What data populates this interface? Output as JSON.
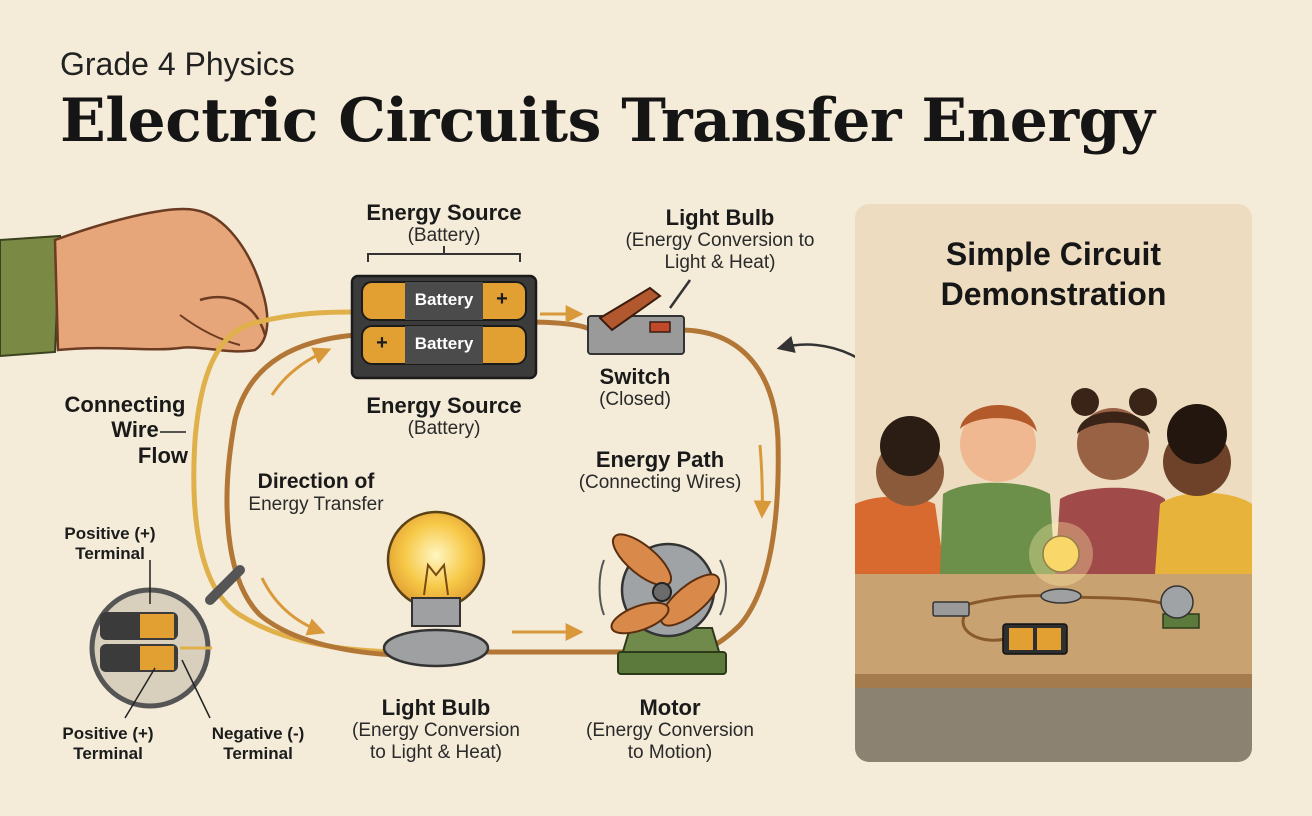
{
  "header": {
    "subtitle": "Grade 4 Physics",
    "title": "Electric Circuits Transfer Energy"
  },
  "labels": {
    "energy_source_top": {
      "heading": "Energy Source",
      "sub": "(Battery)"
    },
    "energy_source_bottom": {
      "heading": "Energy Source",
      "sub": "(Battery)"
    },
    "light_bulb_top": {
      "heading": "Light Bulb",
      "sub1": "(Energy Conversion to",
      "sub2": "Light & Heat)"
    },
    "switch": {
      "heading": "Switch",
      "sub": "(Closed)"
    },
    "energy_path": {
      "heading": "Energy Path",
      "sub": "(Connecting Wires)"
    },
    "connecting_wire": {
      "line1": "Connecting",
      "line2": "Wire",
      "line3": "Flow"
    },
    "direction": {
      "line1": "Direction of",
      "line2": "Energy Transfer"
    },
    "light_bulb_bottom": {
      "heading": "Light Bulb",
      "sub1": "(Energy Conversion",
      "sub2": "to Light & Heat)"
    },
    "motor": {
      "heading": "Motor",
      "sub1": "(Energy Conversion",
      "sub2": "to Motion)"
    },
    "positive_top": {
      "line1": "Positive (+)",
      "line2": "Terminal"
    },
    "positive_bottom": {
      "line1": "Positive (+)",
      "line2": "Terminal"
    },
    "negative": {
      "line1": "Negative (-)",
      "line2": "Terminal"
    }
  },
  "battery": {
    "cell_label": "Battery",
    "plus": "+"
  },
  "panel": {
    "line1": "Simple Circuit",
    "line2": "Demonstration"
  },
  "colors": {
    "background": "#f4ecd9",
    "wire": "#c08a3e",
    "arrow": "#e0a640",
    "battery": "#e2a033",
    "bulb_glow": "#f7c948"
  }
}
